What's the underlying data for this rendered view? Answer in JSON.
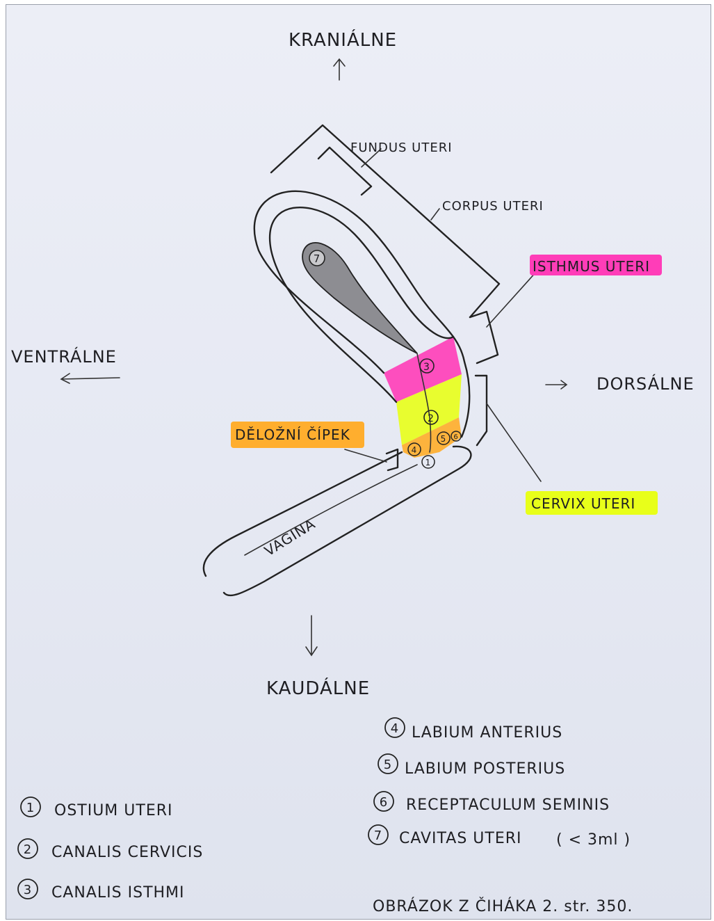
{
  "directions": {
    "cranial": "KRANIÁLNE",
    "ventral": "VENTRÁLNE",
    "dorsal": "DORSÁLNE",
    "caudal": "KAUDÁLNE"
  },
  "region_labels": {
    "fundus": "FUNDUS UTERI",
    "corpus": "CORPUS UTERI",
    "isthmus": "ISTHMUS UTERI",
    "cervix": "CERVIX UTERI",
    "deloeni": "DĚLOŽNÍ ČÍPEK",
    "vagina": "VAGINA"
  },
  "highlight_colors": {
    "isthmus": "#ff3db8",
    "cervix": "#e8ff1a",
    "portio": "#ffae2e"
  },
  "markers": {
    "m1": "1",
    "m2": "2",
    "m3": "3",
    "m4": "4",
    "m5": "5",
    "m6": "6",
    "m7": "7"
  },
  "legend_left": [
    {
      "num": "1",
      "text": "OSTIUM UTERI"
    },
    {
      "num": "2",
      "text": "CANALIS CERVICIS"
    },
    {
      "num": "3",
      "text": "CANALIS ISTHMI"
    }
  ],
  "legend_right": [
    {
      "num": "4",
      "text": "LABIUM ANTERIUS"
    },
    {
      "num": "5",
      "text": "LABIUM POSTERIUS"
    },
    {
      "num": "6",
      "text": "RECEPTACULUM SEMINIS"
    },
    {
      "num": "7",
      "text": "CAVITAS UTERI",
      "note": "( < 3ml )"
    }
  ],
  "source_note": "OBRÁZOK Z ČIHÁKA 2. str. 350."
}
